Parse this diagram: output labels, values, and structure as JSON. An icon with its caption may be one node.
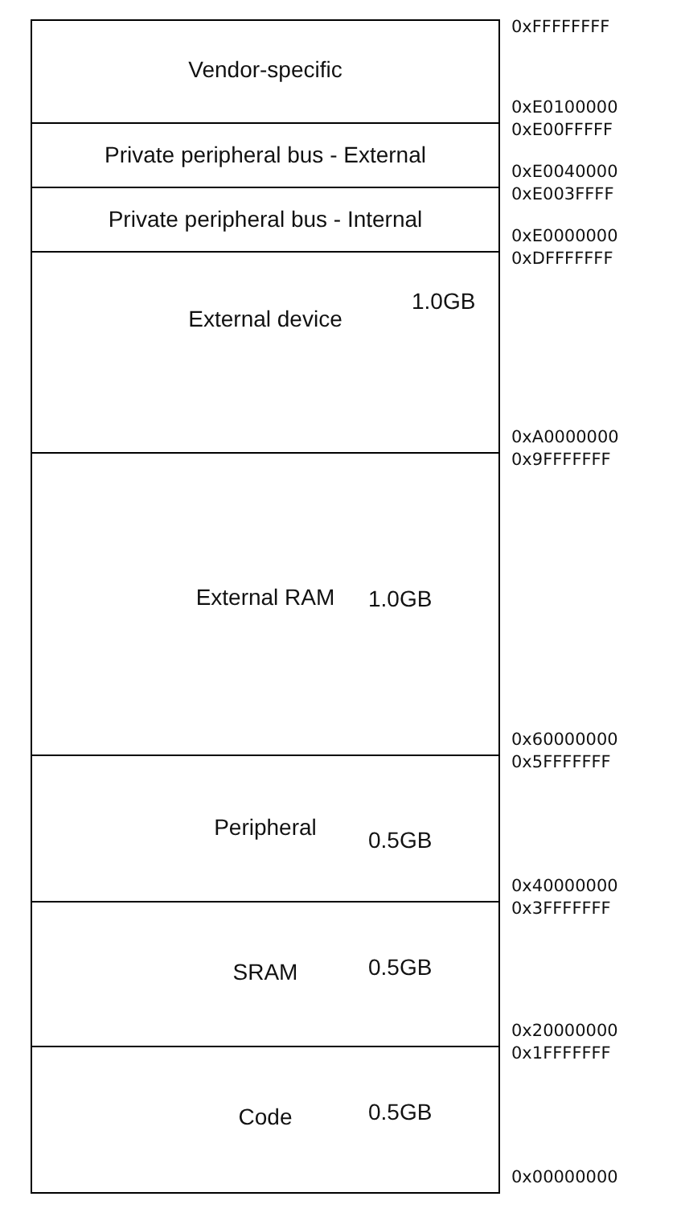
{
  "diagram": {
    "nodes": [
      {
        "text": [
          "Vendor-specific"
        ],
        "beside": [
          "0xFFFFFFFF",
          "0xE0100000"
        ]
      },
      {
        "text": [
          "Private peripheral bus - External"
        ],
        "beside": [
          "0xE00FFFFF",
          "0xE0040000"
        ]
      },
      {
        "text": [
          "Private peripheral bus - Internal"
        ],
        "beside": [
          "0xE003FFFF",
          "0xE0000000"
        ]
      },
      {
        "text": [
          "External device",
          "1.0GB"
        ],
        "beside": [
          "0xDFFFFFFF",
          "0xA0000000"
        ]
      },
      {
        "text": [
          "External RAM",
          "1.0GB"
        ],
        "beside": [
          "0x9FFFFFFF",
          "0x60000000"
        ]
      },
      {
        "text": [
          "Peripheral",
          "0.5GB"
        ],
        "beside": [
          "0x5FFFFFFF",
          "0x40000000"
        ]
      },
      {
        "text": [
          "SRAM",
          "0.5GB"
        ],
        "beside": [
          "0x3FFFFFFF",
          "0x20000000"
        ]
      },
      {
        "text": [
          "Code",
          "0.5GB"
        ],
        "beside": [
          "0x1FFFFFFF",
          "0x00000000"
        ]
      }
    ]
  }
}
